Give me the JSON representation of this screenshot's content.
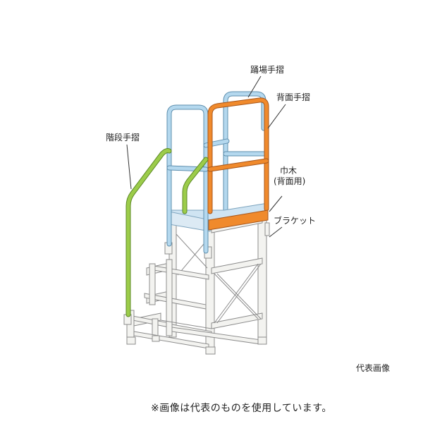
{
  "labels": {
    "odoriba_tesuri": "踊場手摺",
    "haimen_tesuri": "背面手摺",
    "kaidan_tesuri": "階段手摺",
    "habaki": "巾木",
    "habaki_sub": "(背面用)",
    "bracket": "ブラケット"
  },
  "caption": "代表画像",
  "note": "※画像は代表のものを使用しています。",
  "colors": {
    "frame": "#f3f3f0",
    "frame_stroke": "#8c8c8c",
    "platform_rail": "#b4d8ee",
    "platform_rail_stroke": "#5e8fae",
    "back_rail": "#f08a2c",
    "back_rail_stroke": "#a8561a",
    "stair_rail": "#9ccc4a",
    "stair_rail_stroke": "#5d8a26",
    "leader": "#333333"
  }
}
